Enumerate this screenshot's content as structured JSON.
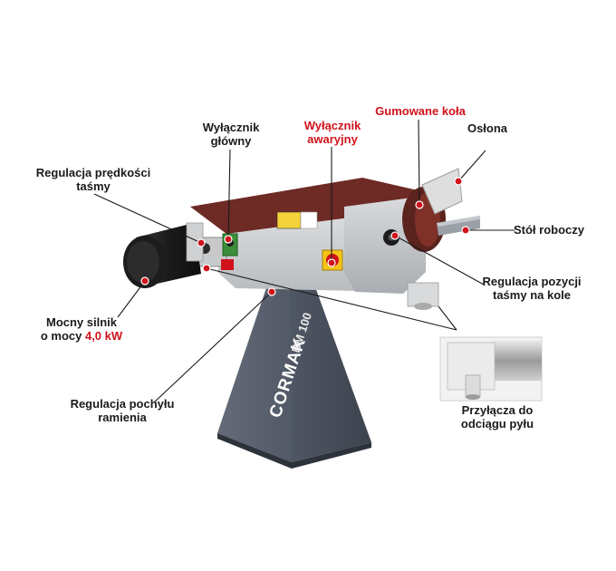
{
  "brand": {
    "logo_text": "CORMAK",
    "model_text": "BM 100"
  },
  "callouts": {
    "speed_regulation": [
      "Regulacja prędkości",
      "taśmy"
    ],
    "main_switch": [
      "Wyłącznik",
      "główny"
    ],
    "emergency_switch": [
      "Wyłącznik",
      "awaryjny"
    ],
    "rubber_wheels": "Gumowane koła",
    "guard": "Osłona",
    "work_table": "Stół roboczy",
    "belt_position": [
      "Regulacja pozycji",
      "taśmy na kole"
    ],
    "motor": {
      "line1": "Mocny silnik",
      "line2_prefix": "o mocy ",
      "power": "4,0 kW"
    },
    "arm_tilt": [
      "Regulacja pochyłu",
      "ramienia"
    ],
    "dust_port": [
      "Przyłącza do",
      "odciągu pyłu"
    ]
  },
  "colors": {
    "accent_red": "#d0121b",
    "label_text": "#1a1a1a",
    "stand": "#4d5461",
    "body": "#cfd1d3",
    "belt": "#6e2a24",
    "motor": "#1e1e1e",
    "emergency_yellow": "#f3c318"
  }
}
